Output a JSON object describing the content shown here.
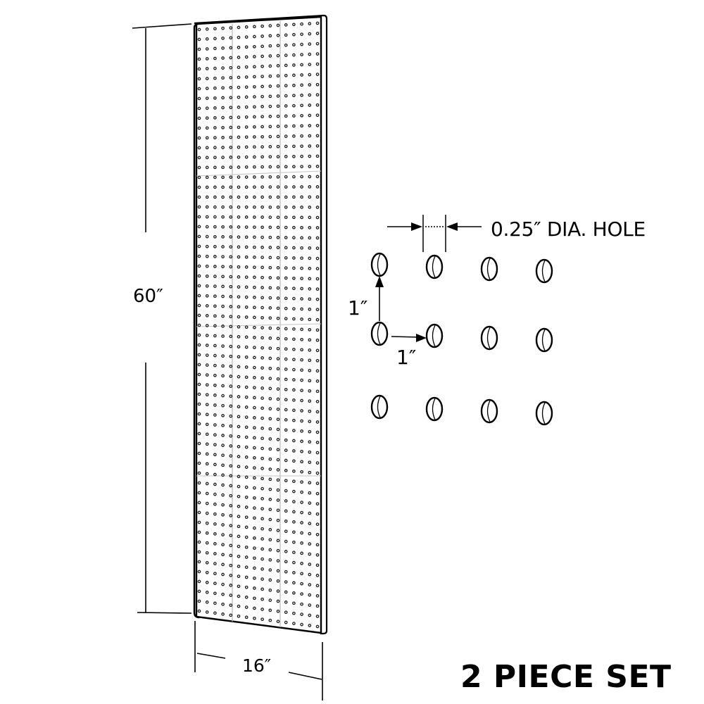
{
  "diagram": {
    "subject": "pegboard panel",
    "dimensions": {
      "height_label": "60″",
      "width_label": "16″",
      "hole_diameter_label": "0.25″ DIA. HOLE",
      "vertical_spacing_label": "1″",
      "horizontal_spacing_label": "1″"
    },
    "set_label": "2 PIECE SET",
    "panel": {
      "hole_columns": 16,
      "hole_rows": 60,
      "vertical_section_dividers": 3,
      "horizontal_section_seams": 4
    },
    "detail_grid": {
      "rows": 3,
      "columns": 4
    },
    "colors": {
      "line": "#000000",
      "background": "#ffffff",
      "seam": "#bdbdbd"
    }
  }
}
